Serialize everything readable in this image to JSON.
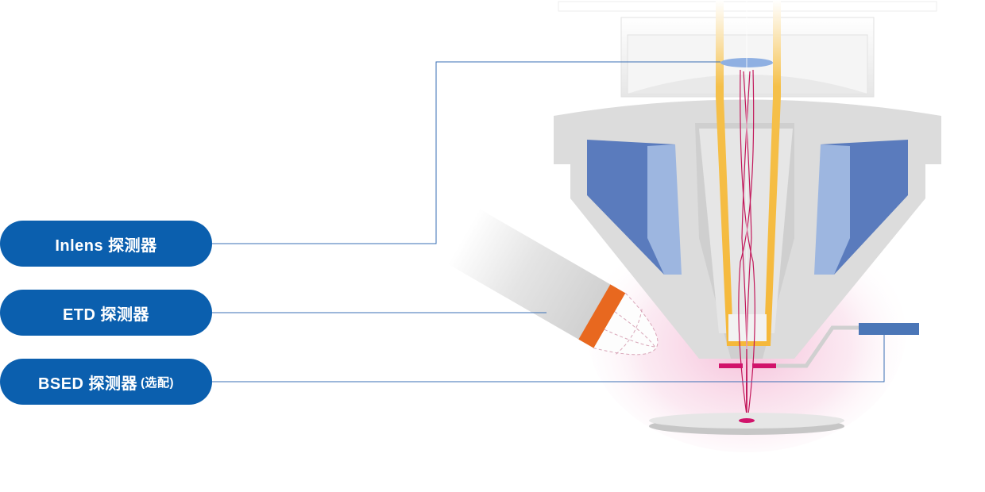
{
  "labels": {
    "inlens": "Inlens 探测器",
    "etd": "ETD 探测器",
    "bsed": "BSED 探测器",
    "bsed_note": "(选配)"
  },
  "colors": {
    "pill": "#0b5fae",
    "leader_line": "#3a6fb4",
    "column_gray": "#d9d9d9",
    "detector_blue": "#5878b8",
    "detector_light_blue": "#9db6e0",
    "liner_yellow": "#f5c04a",
    "beam_magenta": "#c2185b",
    "etd_orange": "#e8681f",
    "glow_pink": "#f4b6d2"
  }
}
